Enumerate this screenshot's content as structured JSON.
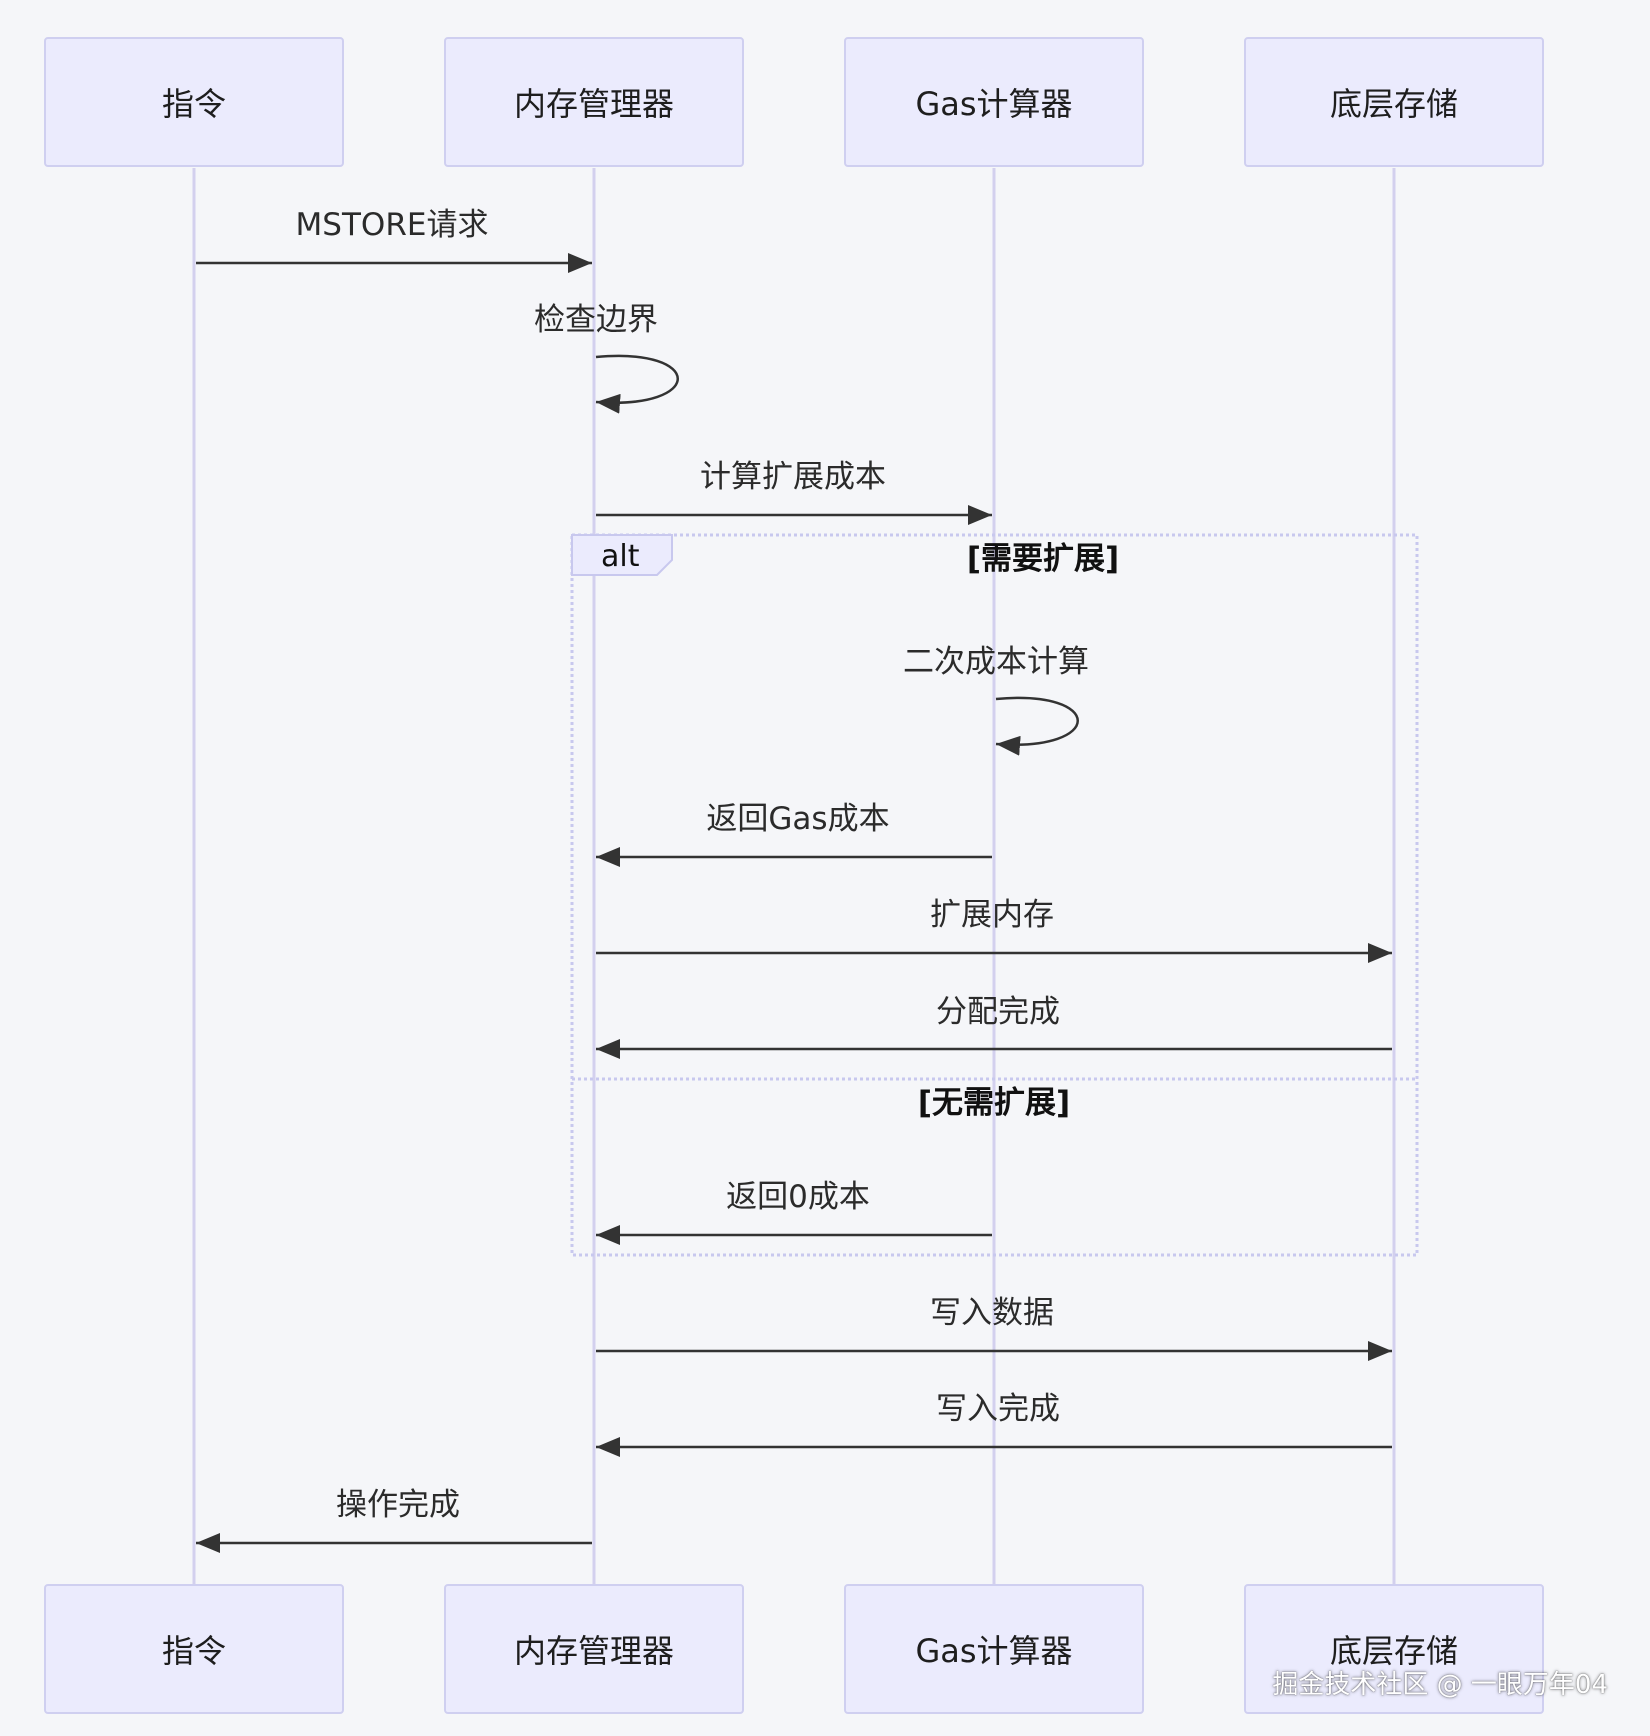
{
  "participants": [
    {
      "label": "指令"
    },
    {
      "label": "内存管理器"
    },
    {
      "label": "Gas计算器"
    },
    {
      "label": "底层存储"
    }
  ],
  "messages": [
    {
      "text": "MSTORE请求",
      "from": 0,
      "to": 1
    },
    {
      "text": "检查边界",
      "from": 1,
      "to": 1
    },
    {
      "text": "计算扩展成本",
      "from": 1,
      "to": 2
    },
    {
      "text": "二次成本计算",
      "from": 2,
      "to": 2
    },
    {
      "text": "返回Gas成本",
      "from": 2,
      "to": 1
    },
    {
      "text": "扩展内存",
      "from": 1,
      "to": 3
    },
    {
      "text": "分配完成",
      "from": 3,
      "to": 1
    },
    {
      "text": "返回0成本",
      "from": 2,
      "to": 1
    },
    {
      "text": "写入数据",
      "from": 1,
      "to": 3
    },
    {
      "text": "写入完成",
      "from": 3,
      "to": 1
    },
    {
      "text": "操作完成",
      "from": 1,
      "to": 0
    }
  ],
  "alt_block": {
    "tag": "alt",
    "conditions": [
      "[需要扩展]",
      "[无需扩展]"
    ]
  },
  "watermark": "掘金技术社区 @ 一眼万年04",
  "colors": {
    "background": "#f5f6f9",
    "actor_fill": "#ebebfd",
    "actor_border": "#cfcff0",
    "lifeline": "#d3d0ee",
    "arrow": "#333333",
    "alt_border": "#c8c8ee"
  }
}
